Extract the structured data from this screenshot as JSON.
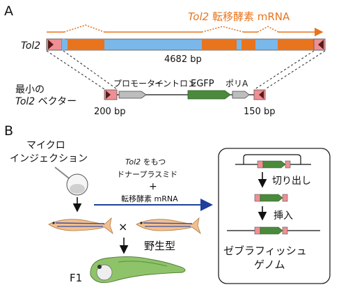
{
  "panel_a": {
    "letter": "A",
    "tol2_name": "Tol2",
    "transposase_italic": "Tol2",
    "transposase_rest": " 転移酵素 mRNA",
    "length_label": "4682 bp",
    "vector_line1": "最小の",
    "vector_italic": "Tol2",
    "vector_rest": " ベクター",
    "left_bp": "200 bp",
    "right_bp": "150 bp",
    "promoter_label": "プロモーター",
    "intron_label": "イントロン",
    "egfp_label": "EGFP",
    "polya_label": "ポリA"
  },
  "panel_b": {
    "letter": "B",
    "microinjection_line1": "マイクロ",
    "microinjection_line2": "インジェクション",
    "plasmid_italic": "Tol2",
    "plasmid_rest": " をもつ",
    "plasmid_line2": "ドナープラスミド",
    "plus": "+",
    "mrna_label": "転移酵素 mRNA",
    "cross": "×",
    "wildtype": "野生型",
    "f1": "F1",
    "excision": "切り出し",
    "insertion": "挿入",
    "genome_line1": "ゼブラフィッシュ",
    "genome_line2": "ゲノム"
  },
  "colors": {
    "orange": "#e8741d",
    "light_blue": "#7ab8ea",
    "pink": "#ef8f94",
    "dark_red": "#5a1a1a",
    "green": "#4b8a3c",
    "gray": "#bdbdbd",
    "blue_arrow": "#1f3f9c"
  }
}
